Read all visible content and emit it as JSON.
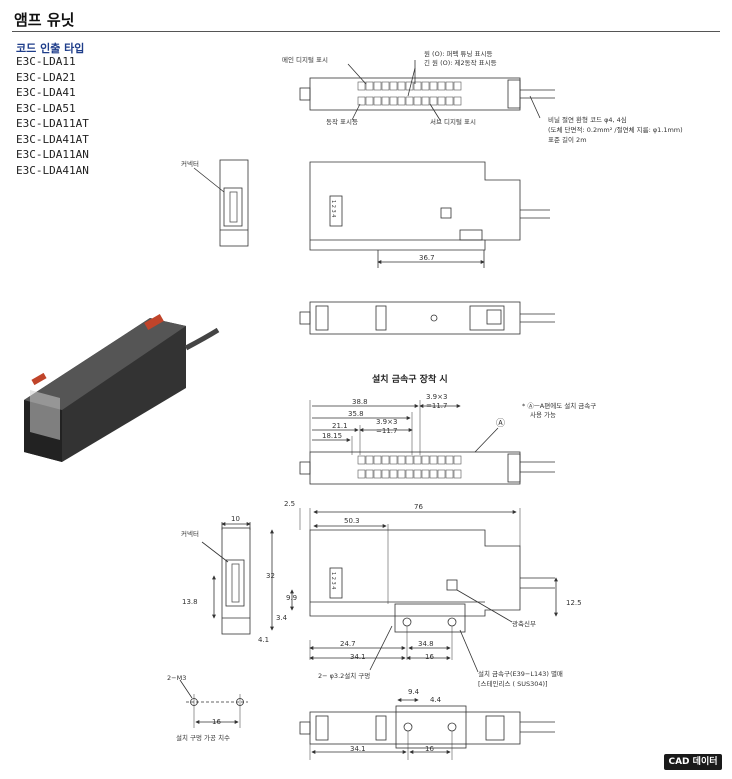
{
  "header": {
    "title": "앰프 유닛"
  },
  "sidebar": {
    "subtitle": "코드 인출 타입",
    "models": [
      "E3C-LDA11",
      "E3C-LDA21",
      "E3C-LDA41",
      "E3C-LDA51",
      "E3C-LDA11AT",
      "E3C-LDA41AT",
      "E3C-LDA11AN",
      "E3C-LDA41AN"
    ]
  },
  "callouts": {
    "main_display": "메인 디지털 표시",
    "indicators_1": "원 (O): 퍼펙 튜닝 표시등",
    "indicators_2": "긴 원 (O): 제2동작 표시등",
    "op_indicator": "동작 표시등",
    "sub_display": "서브 디지털 표시",
    "cable_1": "비닐 절연 환형 코드 φ4, 4심",
    "cable_2": "(도체 단면적: 0.2mm² /절연체 지름: φ1.1mm)",
    "cable_3": "표준 길이 2m",
    "connector_top": "커넥터",
    "connector_bottom": "커넥터",
    "mount_note_1": "* ⒶㅡA편에도 설치 금속구",
    "mount_note_2": "사용 가능",
    "mark_a": "Ⓐ",
    "optical_axis": "광축신부",
    "hole": "2− φ3.2설치 구멍",
    "bracket_1": "설치 금속구(E39−L143) 별매",
    "bracket_2": "[스테인리스 ( SUS304)]",
    "m3": "2−M3",
    "hole_dims": "설치 구멍 가공 치수"
  },
  "section_heading": "설치 금속구 장착 시",
  "dims": {
    "d36_7": "36.7",
    "d38_8": "38.8",
    "d35_8": "35.8",
    "d21_1": "21.1",
    "d18_15": "18.15",
    "d3_9x3_a": "3.9×3",
    "d11_7_a": "=11.7",
    "d3_9x3_b": "3.9×3",
    "d11_7_b": "=11.7",
    "d2_5": "2.5",
    "d76": "76",
    "d50_3": "50.3",
    "d10": "10",
    "d32": "32",
    "d13_8": "13.8",
    "d9_9": "9.9",
    "d3_4": "3.4",
    "d4_1": "4.1",
    "d24_7": "24.7",
    "d34_8": "34.8",
    "d34_1": "34.1",
    "d16": "16",
    "d12_5": "12.5",
    "d16_hole": "16",
    "d9_4": "9.4",
    "d4_4": "4.4",
    "d34_1_bottom": "34.1",
    "d16_bottom": "16"
  },
  "side_label": "1 2 3 4",
  "footer": {
    "cad_button": "CAD 데이터"
  }
}
